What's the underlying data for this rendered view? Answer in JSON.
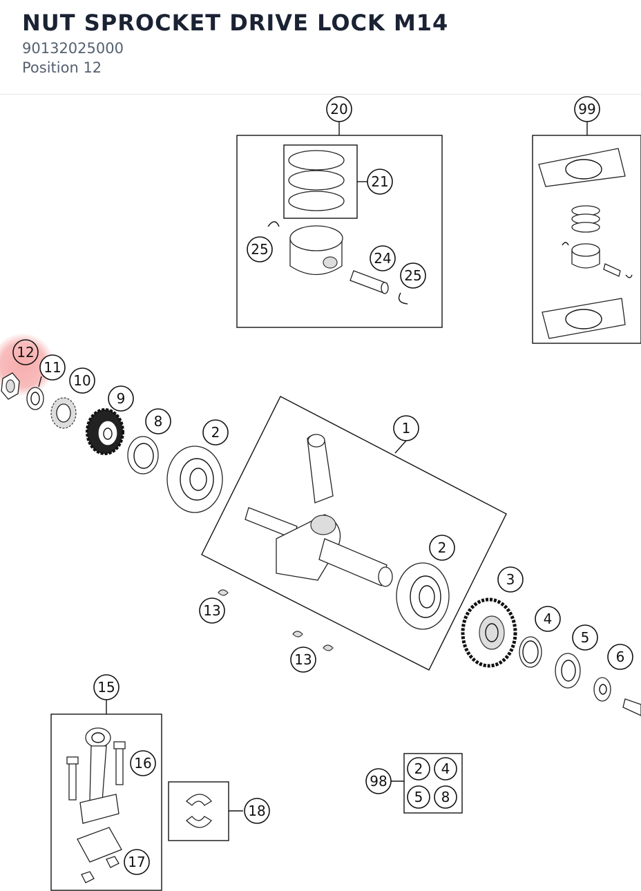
{
  "header": {
    "title": "NUT SPROCKET DRIVE LOCK M14",
    "part_number": "90132025000",
    "position": "Position 12"
  },
  "colors": {
    "highlight": "#f06a6a",
    "text_dark": "#1a2233",
    "text_muted": "#556070",
    "line": "#111111"
  },
  "callouts": {
    "c20": "20",
    "c21": "21",
    "c25a": "25",
    "c24": "24",
    "c25b": "25",
    "c99": "99",
    "c12": "12",
    "c11": "11",
    "c10": "10",
    "c9": "9",
    "c8": "8",
    "c2a": "2",
    "c1": "1",
    "c2b": "2",
    "c3": "3",
    "c4": "4",
    "c5": "5",
    "c6": "6",
    "c13a": "13",
    "c13b": "13",
    "c15": "15",
    "c16": "16",
    "c17": "17",
    "c18": "18",
    "c98": "98",
    "k2": "2",
    "k4": "4",
    "k5": "5",
    "k8": "8"
  }
}
